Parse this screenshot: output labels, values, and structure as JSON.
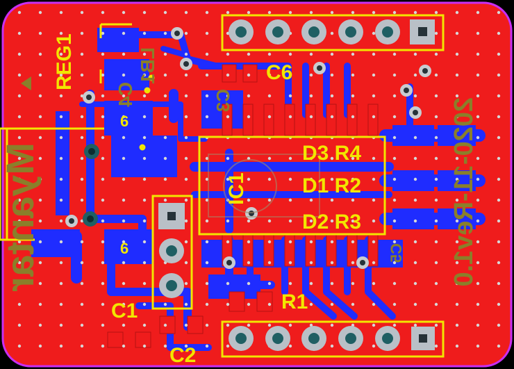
{
  "board": {
    "labels": {
      "c6": "C6",
      "reg1": "REG1",
      "ic1": "IC1",
      "d3r4": "D3 R4",
      "d1r2": "D1 R2",
      "d2r3": "D2 R3",
      "c1": "C1",
      "c2": "C2",
      "r1": "R1",
      "pad6_top": "6",
      "pad6_bottom": "6",
      "bottom_brand": "Myantar",
      "bottom_date": "2020-11-Rev1.0",
      "bottom_c4": "C4",
      "bottom_lb1": "LB1",
      "bottom_c3": "C3",
      "bottom_c5": "C5"
    },
    "colors": {
      "background": "#000000",
      "top_copper": "#ef1c1c",
      "bottom_copper": "#1f2cff",
      "silkscreen": "#f2e600",
      "bottom_silkscreen": "#8a7f2a",
      "pad": "#b9c0c7",
      "pad_hole": "#1f5f63",
      "board_outline": "#c92ef2"
    }
  }
}
